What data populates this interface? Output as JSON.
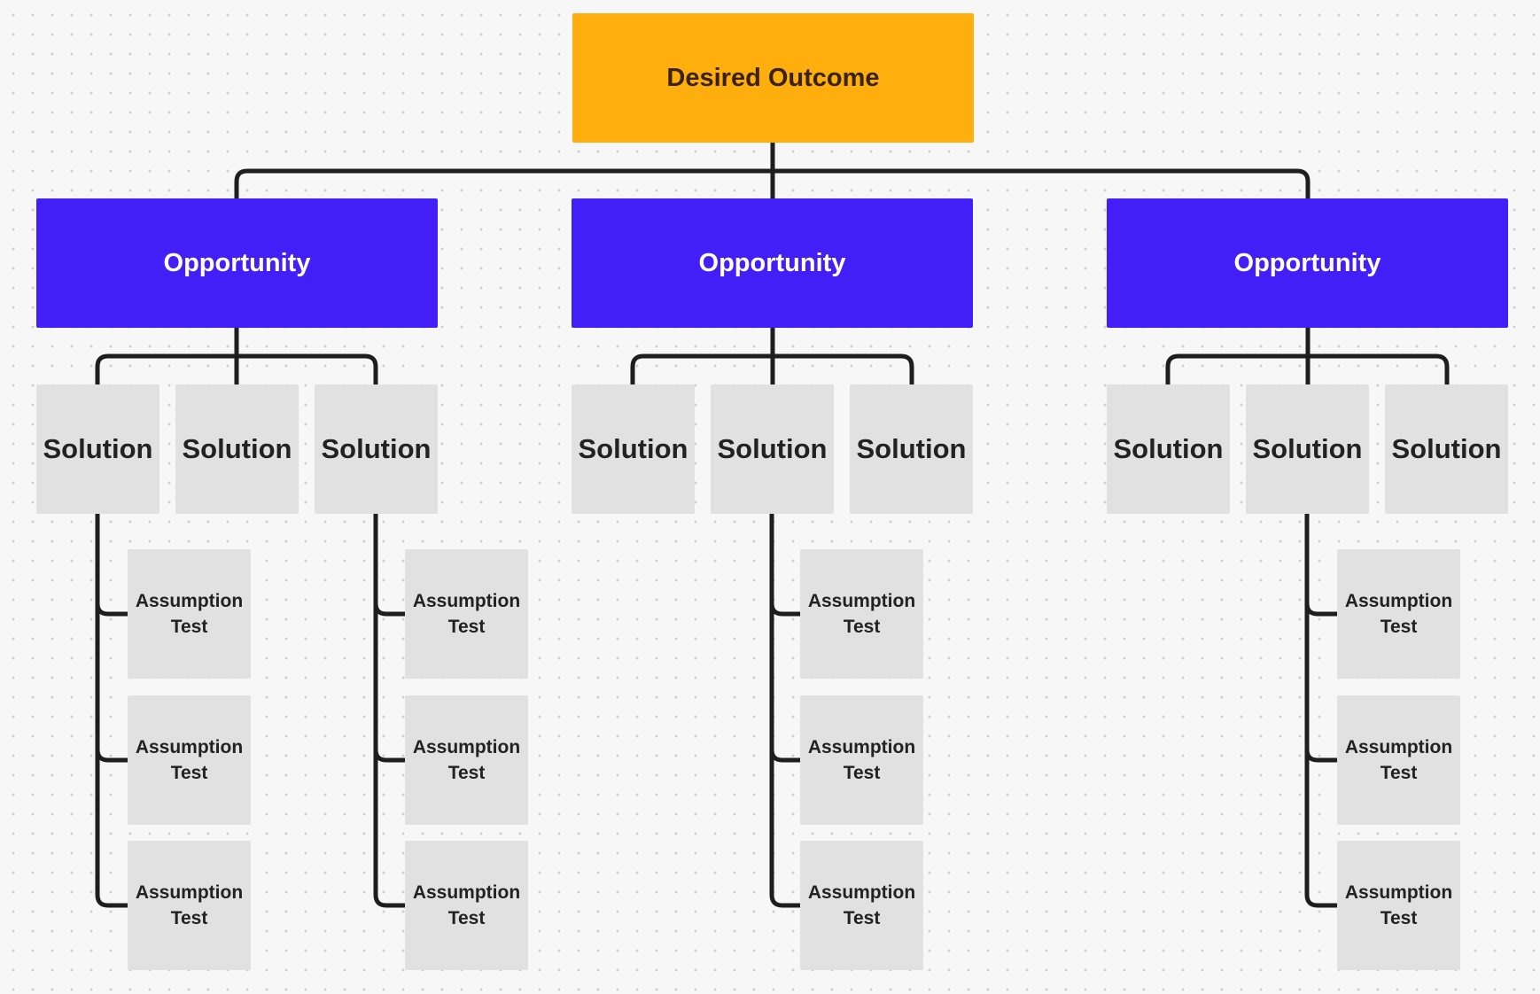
{
  "colors": {
    "outcome_fill": "#feaf0e",
    "outcome_text": "#3a2206",
    "opportunity_fill": "#431ff7",
    "opportunity_text": "#ffffff",
    "solution_fill": "#e1e1e1",
    "test_fill": "#e1e1e1",
    "connector": "#1e1e1e"
  },
  "outcome": {
    "label": "Desired Outcome"
  },
  "opportunities": [
    {
      "label": "Opportunity",
      "solutions": [
        {
          "label": "Solution",
          "tests": [
            {
              "line1": "Assumption",
              "line2": "Test"
            },
            {
              "line1": "Assumption",
              "line2": "Test"
            },
            {
              "line1": "Assumption",
              "line2": "Test"
            }
          ]
        },
        {
          "label": "Solution",
          "tests": []
        },
        {
          "label": "Solution",
          "tests": [
            {
              "line1": "Assumption",
              "line2": "Test"
            },
            {
              "line1": "Assumption",
              "line2": "Test"
            },
            {
              "line1": "Assumption",
              "line2": "Test"
            }
          ]
        }
      ]
    },
    {
      "label": "Opportunity",
      "solutions": [
        {
          "label": "Solution",
          "tests": []
        },
        {
          "label": "Solution",
          "tests": [
            {
              "line1": "Assumption",
              "line2": "Test"
            },
            {
              "line1": "Assumption",
              "line2": "Test"
            },
            {
              "line1": "Assumption",
              "line2": "Test"
            }
          ]
        },
        {
          "label": "Solution",
          "tests": []
        }
      ]
    },
    {
      "label": "Opportunity",
      "solutions": [
        {
          "label": "Solution",
          "tests": []
        },
        {
          "label": "Solution",
          "tests": [
            {
              "line1": "Assumption",
              "line2": "Test"
            },
            {
              "line1": "Assumption",
              "line2": "Test"
            },
            {
              "line1": "Assumption",
              "line2": "Test"
            }
          ]
        },
        {
          "label": "Solution",
          "tests": []
        }
      ]
    }
  ]
}
